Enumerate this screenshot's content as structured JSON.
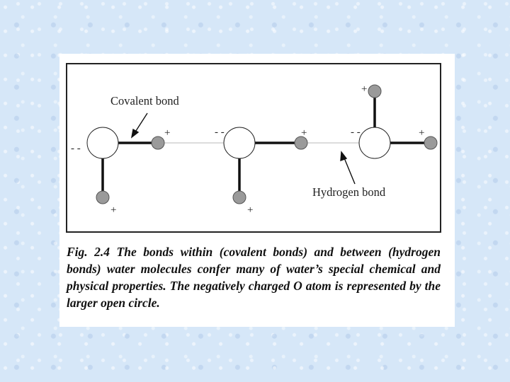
{
  "figure": {
    "labels": {
      "covalent_bond": "Covalent bond",
      "hydrogen_bond": "Hydrogen bond"
    },
    "charges": {
      "positive": "+",
      "negative": "- -"
    },
    "caption": "Fig. 2.4 The bonds within (covalent bonds) and between (hydrogen bonds) water molecules confer many of water’s special chemical and physical properties. The negatively charged O atom is represented by the larger open circle."
  },
  "colors": {
    "hydrogen_atom": "#9a9a9a",
    "oxygen_atom": "#ffffff",
    "bond": "#111111"
  }
}
